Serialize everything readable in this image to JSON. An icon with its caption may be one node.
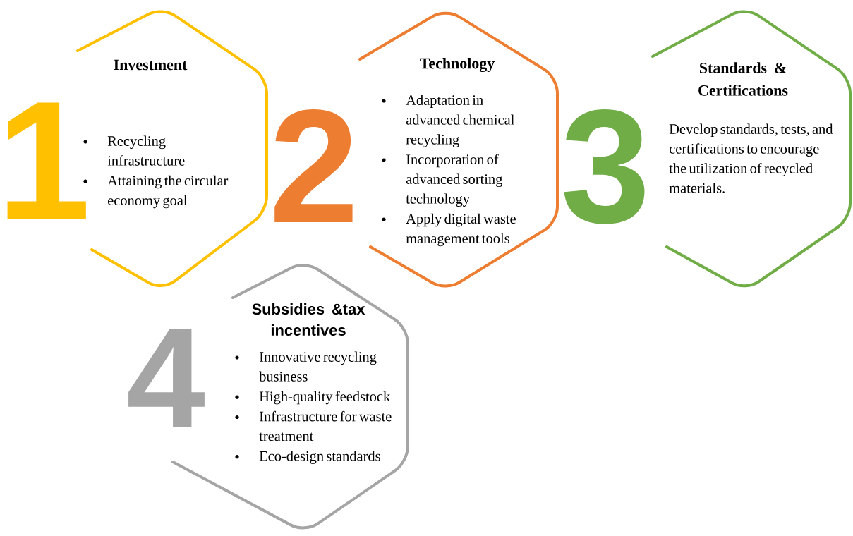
{
  "diagram": {
    "nodes": [
      {
        "text": [
          "1",
          "Investment",
          "Recycling infrastructure",
          "Attaining the circular economy goal"
        ]
      },
      {
        "text": [
          "2",
          "Technology",
          "Adaptation in advanced chemical recycling",
          "Incorporation of advanced sorting technology",
          "Apply digital waste management tools"
        ]
      },
      {
        "text": [
          "3",
          "Standards & Certifications",
          "Develop standards, tests, and certifications to encourage the utilization of recycled materials."
        ]
      },
      {
        "text": [
          "4",
          "Subsidies &tax incentives",
          "Innovative recycling business",
          "High-quality feedstock",
          "Infrastructure for waste treatment",
          "Eco-design standards"
        ]
      }
    ]
  }
}
